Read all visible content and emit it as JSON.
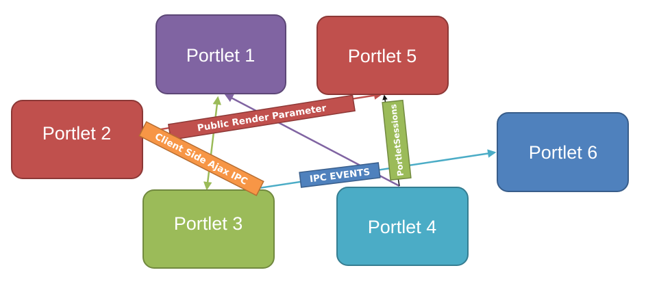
{
  "nodes": {
    "portlet1": {
      "label": "Portlet 1",
      "fill": "#8064A2",
      "stroke": "#5C4776"
    },
    "portlet2": {
      "label": "Portlet 2",
      "fill": "#C0504D",
      "stroke": "#8C3836"
    },
    "portlet3": {
      "label": "Portlet 3",
      "fill": "#9BBB59",
      "stroke": "#71893F"
    },
    "portlet4": {
      "label": "Portlet 4",
      "fill": "#4BACC6",
      "stroke": "#357D91"
    },
    "portlet5": {
      "label": "Portlet 5",
      "fill": "#C0504D",
      "stroke": "#8C3836"
    },
    "portlet6": {
      "label": "Portlet 6",
      "fill": "#4F81BD",
      "stroke": "#385D8A"
    }
  },
  "edges": {
    "public_render_parameter": {
      "label": "Public Render Parameter",
      "color": "#C0504D",
      "border": "#8C3836"
    },
    "client_side_ajax_ipc": {
      "label": "Client Side Ajax IPC",
      "color": "#F79646",
      "border": "#B66D31"
    },
    "ipc_events": {
      "label": "IPC EVENTS",
      "color": "#4F81BD",
      "border": "#385D8A"
    },
    "portlet_sessions": {
      "label": "PortletSessions",
      "color": "#9BBB59",
      "border": "#71893F"
    },
    "portlet1_portlet3": {
      "color": "#9BBB59"
    },
    "portlet4_portlet1": {
      "color": "#8064A2"
    },
    "ipc_events_line": {
      "color": "#4BACC6"
    }
  }
}
